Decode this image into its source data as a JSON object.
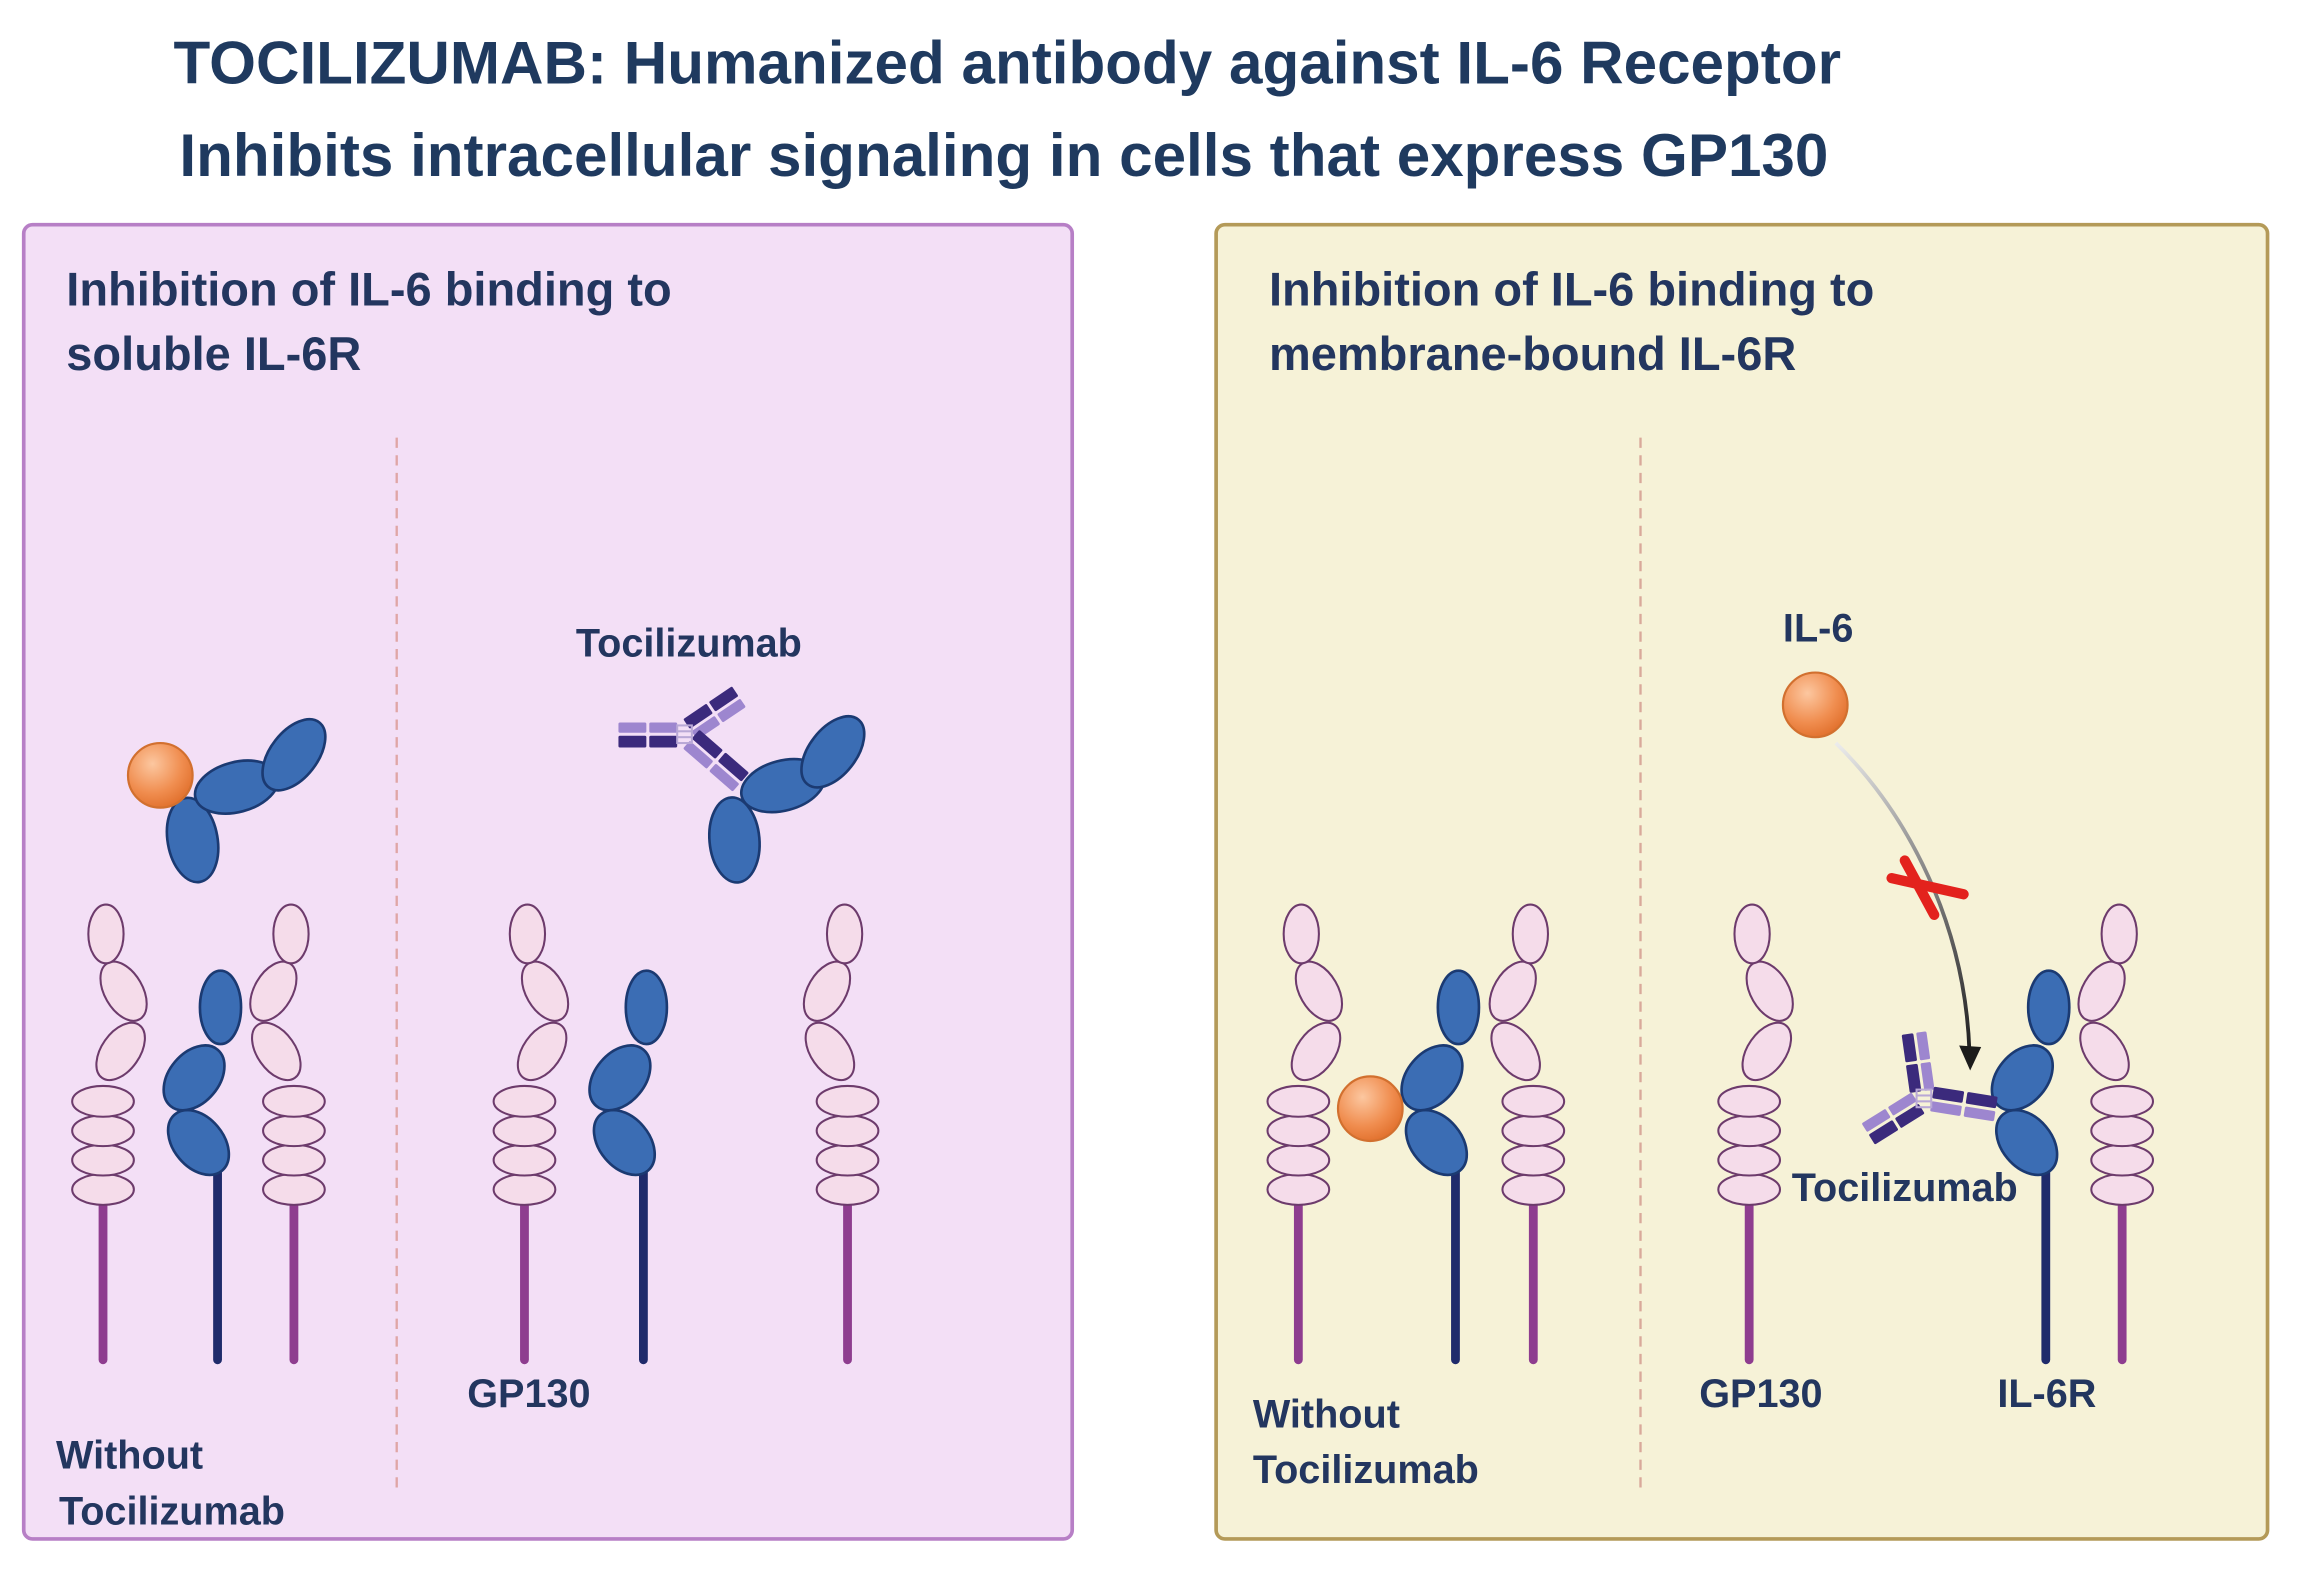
{
  "title": {
    "line1": "TOCILIZUMAB: Humanized antibody against IL-6 Receptor",
    "line2": "Inhibits intracellular signaling in cells that express GP130"
  },
  "panels": [
    {
      "heading": [
        "Inhibition of IL-6 binding to",
        "soluble IL-6R"
      ],
      "labels": {
        "antibody": "Tocilizumab",
        "gp130": "GP130",
        "control": [
          "Without",
          "Tocilizumab"
        ]
      }
    },
    {
      "heading": [
        "Inhibition of IL-6 binding to",
        "membrane-bound IL-6R"
      ],
      "labels": {
        "ligand": "IL-6",
        "antibody": "Tocilizumab",
        "control": [
          "Without",
          "Tocilizumab"
        ],
        "gp130": "GP130",
        "receptor": "IL-6R"
      }
    }
  ],
  "colors": {
    "title": "#1f3a5f",
    "text": "#23365f",
    "panel_left_fill": "#f3dff6",
    "panel_left_border": "#b77fc6",
    "panel_right_fill": "#f6f2d7",
    "panel_right_border": "#b49a58",
    "gp130_domain": "#f5dcea",
    "gp130_stem": "#8e3d8f",
    "il6r_domain": "#3b6db4",
    "il6r_stem": "#1f2b6b",
    "il6": "#f08d4f",
    "antibody_heavy": "#3b2a7c",
    "antibody_light": "#9d86cf",
    "block_mark": "#e3221d"
  }
}
